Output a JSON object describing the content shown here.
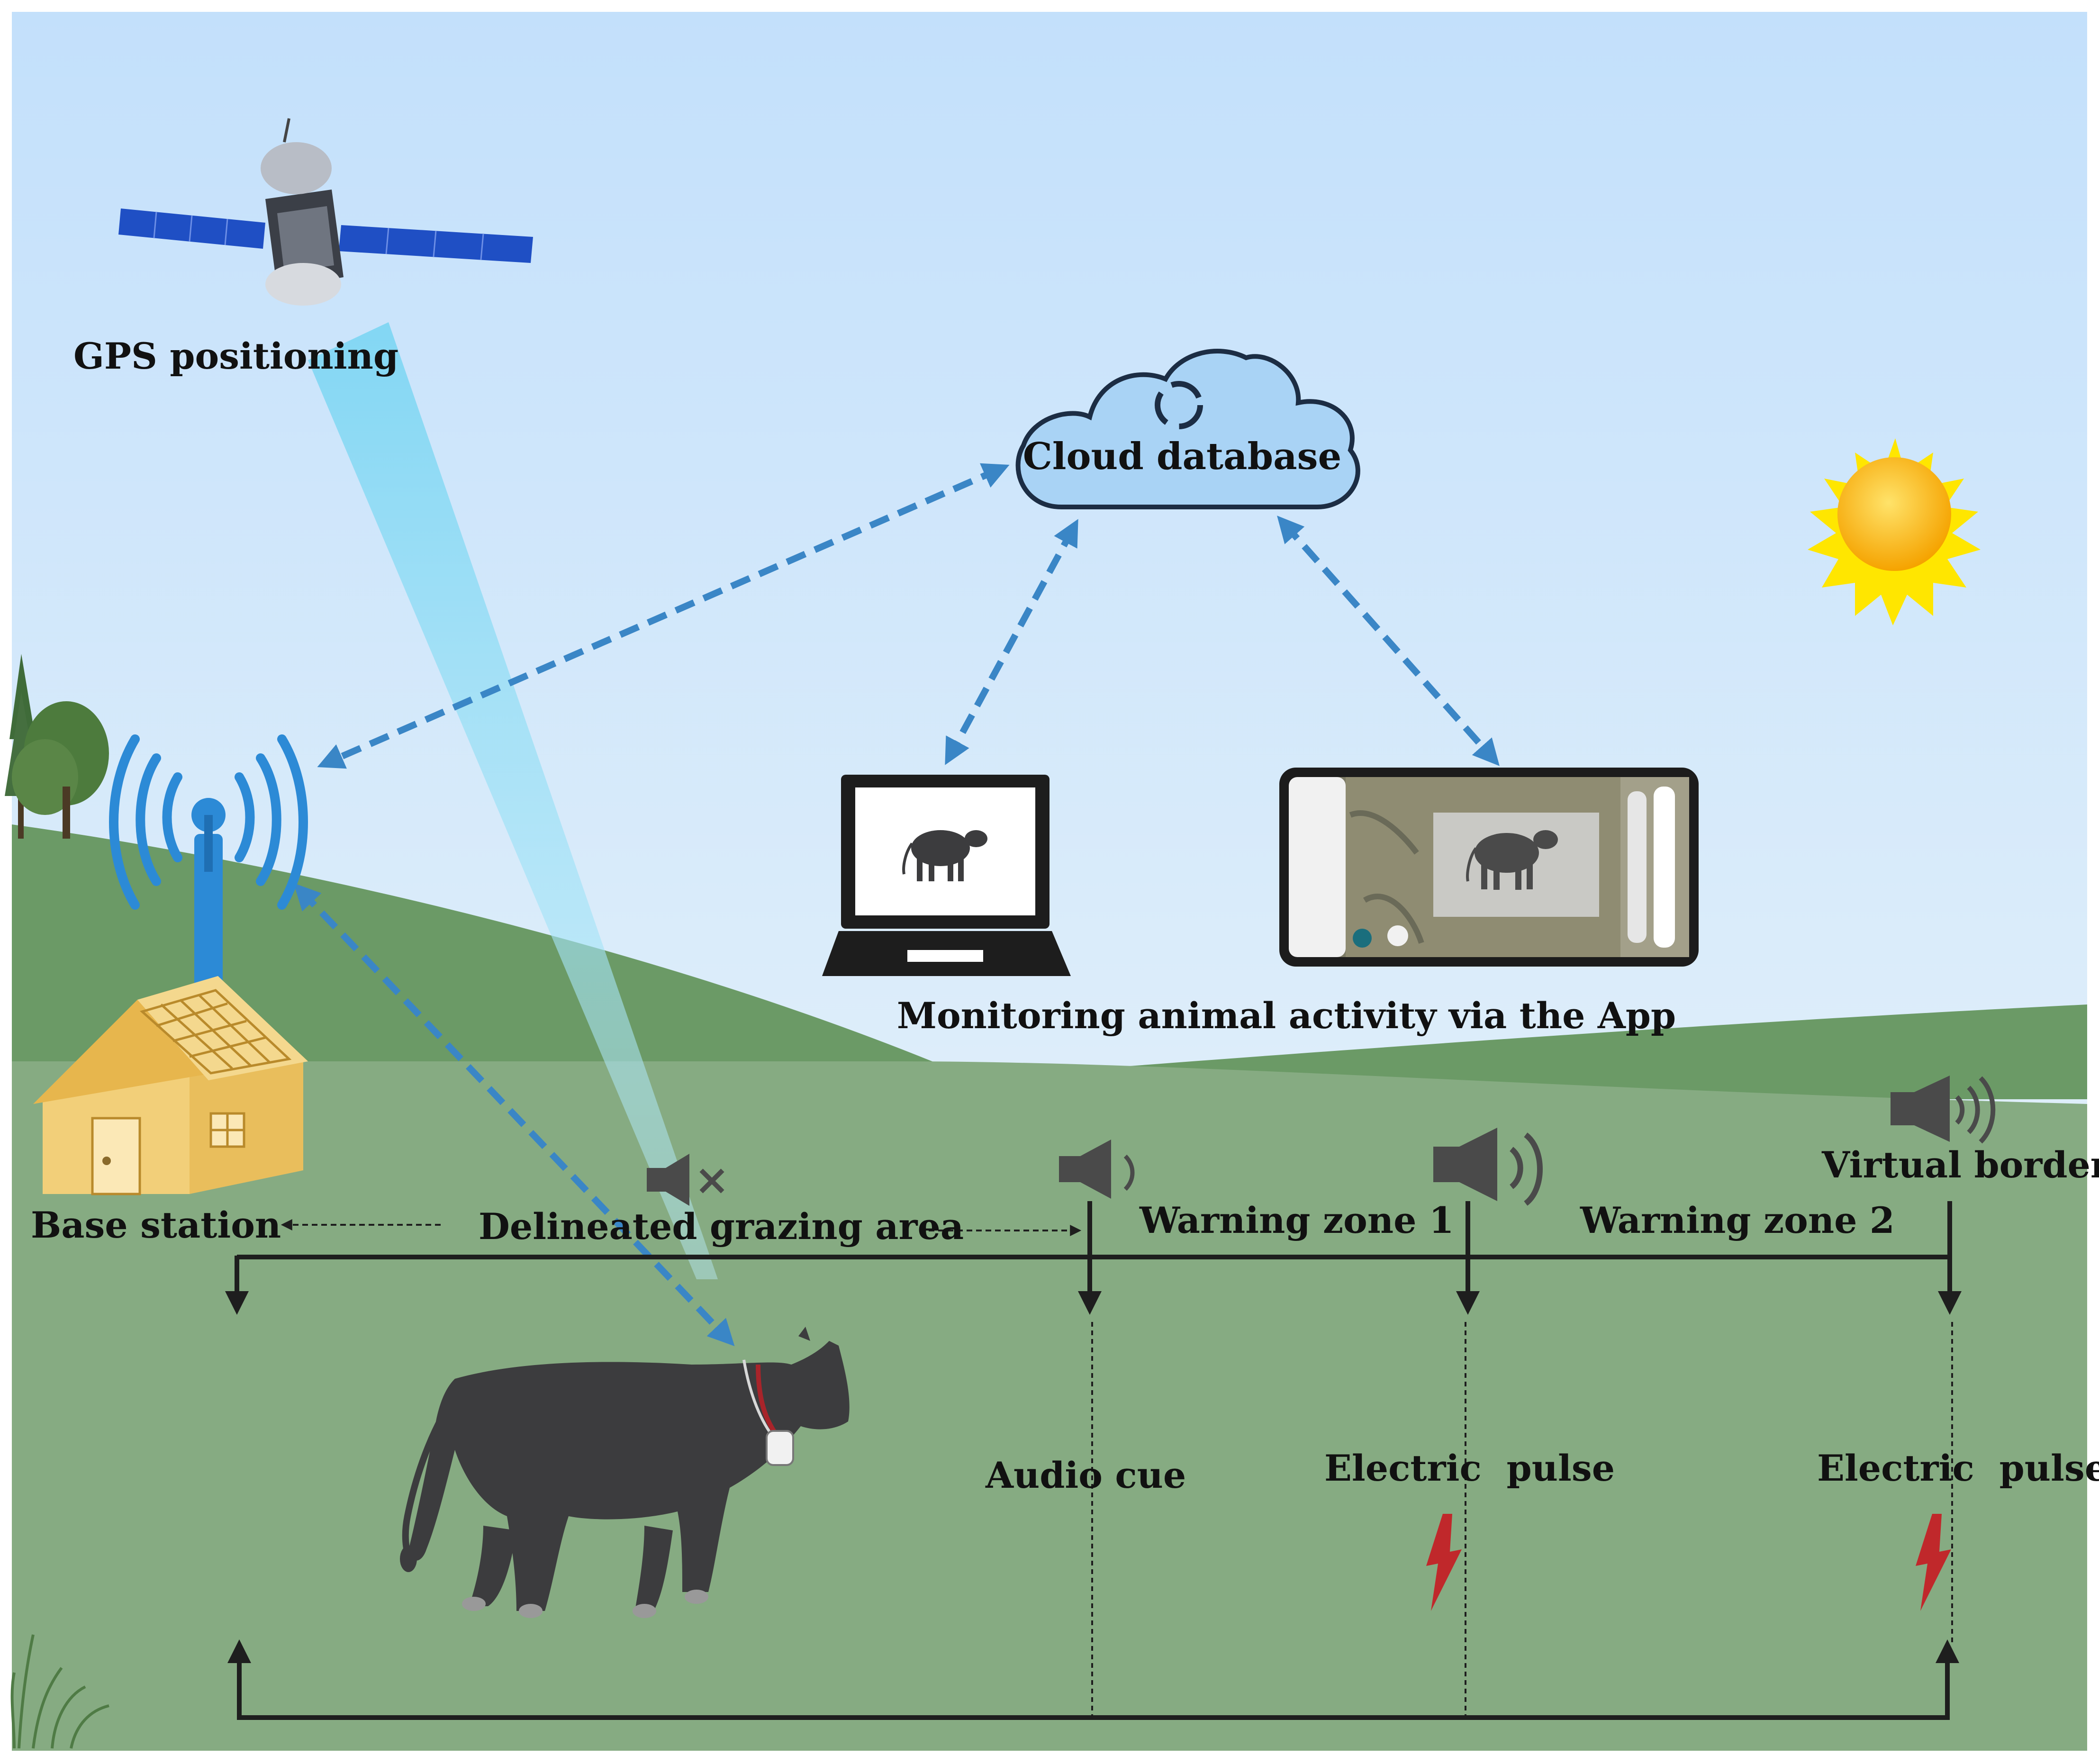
{
  "labels": {
    "gps": "GPS positioning",
    "cloud": "Cloud database",
    "monitoring": "Monitoring animal activity via the App",
    "base_station": "Base station",
    "grazing_area": "Delineated grazing area",
    "warning_zone_1": "Warning zone 1",
    "warning_zone_2": "Warning zone 2",
    "virtual_border": "Virtual border",
    "audio_cue": "Audio cue",
    "electric_pulse_1": "Electric  pulse",
    "electric_pulse_2": "Electric  pulse"
  },
  "colors": {
    "sky_top": "#c5e2fb",
    "sky_bottom": "#eef6fa",
    "hill_dark": "#6b9a66",
    "field": "#86ab82",
    "cloud_fill": "#a9d3f5",
    "cloud_stroke": "#1c2d44",
    "link_arrow": "#3a86c6",
    "gps_beam": "#8fdcf4",
    "house": "#f2cf79",
    "bolt": "#c0282b",
    "sun": "#ffcc00",
    "line": "#1e1e1e"
  },
  "icons": {
    "satellite": "satellite-icon",
    "tower": "antenna-tower-icon",
    "house": "house-icon",
    "cloud": "cloud-icon",
    "sync": "sync-icon",
    "laptop": "laptop-icon",
    "phone": "smartphone-icon",
    "cow": "cow-icon",
    "speaker_muted": "speaker-muted-icon",
    "speaker": "speaker-icon",
    "bolt": "lightning-bolt-icon",
    "sun": "sun-icon"
  }
}
